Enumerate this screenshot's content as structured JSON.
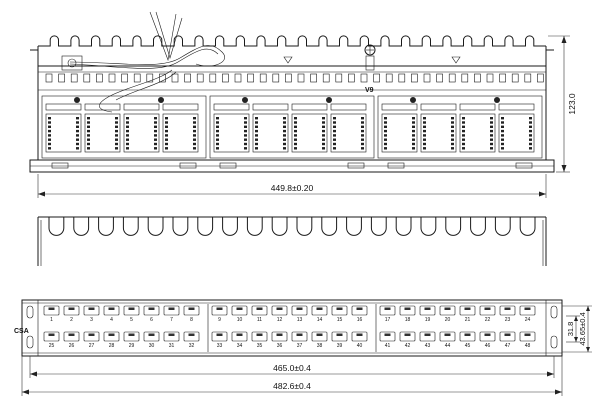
{
  "top_view": {
    "width_label": "449.8±0.20",
    "height_label": "123.0",
    "model_label": "V9",
    "module_count": 3
  },
  "side_view": {
    "notch_count": 20
  },
  "front_view": {
    "brand": "CSA",
    "port_count": 48,
    "ports_per_group": 8,
    "row_top_numbers": [
      "1",
      "2",
      "3",
      "4",
      "5",
      "6",
      "7",
      "8",
      "9",
      "10",
      "11",
      "12",
      "13",
      "14",
      "15",
      "16",
      "17",
      "18",
      "19",
      "20",
      "21",
      "22",
      "23",
      "24"
    ],
    "row_bottom_numbers": [
      "25",
      "26",
      "27",
      "28",
      "29",
      "30",
      "31",
      "32",
      "33",
      "34",
      "35",
      "36",
      "37",
      "38",
      "39",
      "40",
      "41",
      "42",
      "43",
      "44",
      "45",
      "46",
      "47",
      "48"
    ],
    "inner_width_label": "465.0±0.4",
    "total_width_label": "482.6±0.4",
    "port_height_label": "31.8",
    "panel_height_label": "43.65±0.4"
  }
}
